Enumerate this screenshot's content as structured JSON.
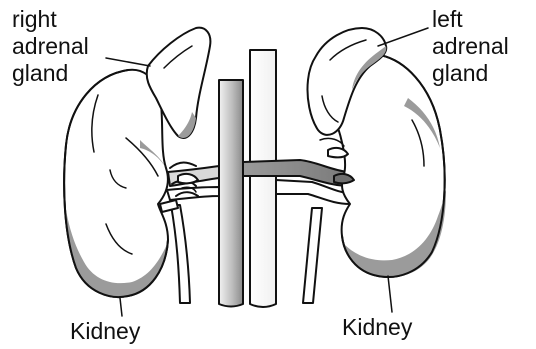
{
  "labels": {
    "right_adrenal": [
      "right",
      "adrenal",
      "gland"
    ],
    "left_adrenal": [
      "left",
      "adrenal",
      "gland"
    ],
    "kidney_right": "Kidney",
    "kidney_left": "Kidney"
  },
  "colors": {
    "outline": "#111111",
    "shade": "#9b9b9b",
    "vessel_light": "#e4e4e4",
    "fill": "#ffffff"
  }
}
